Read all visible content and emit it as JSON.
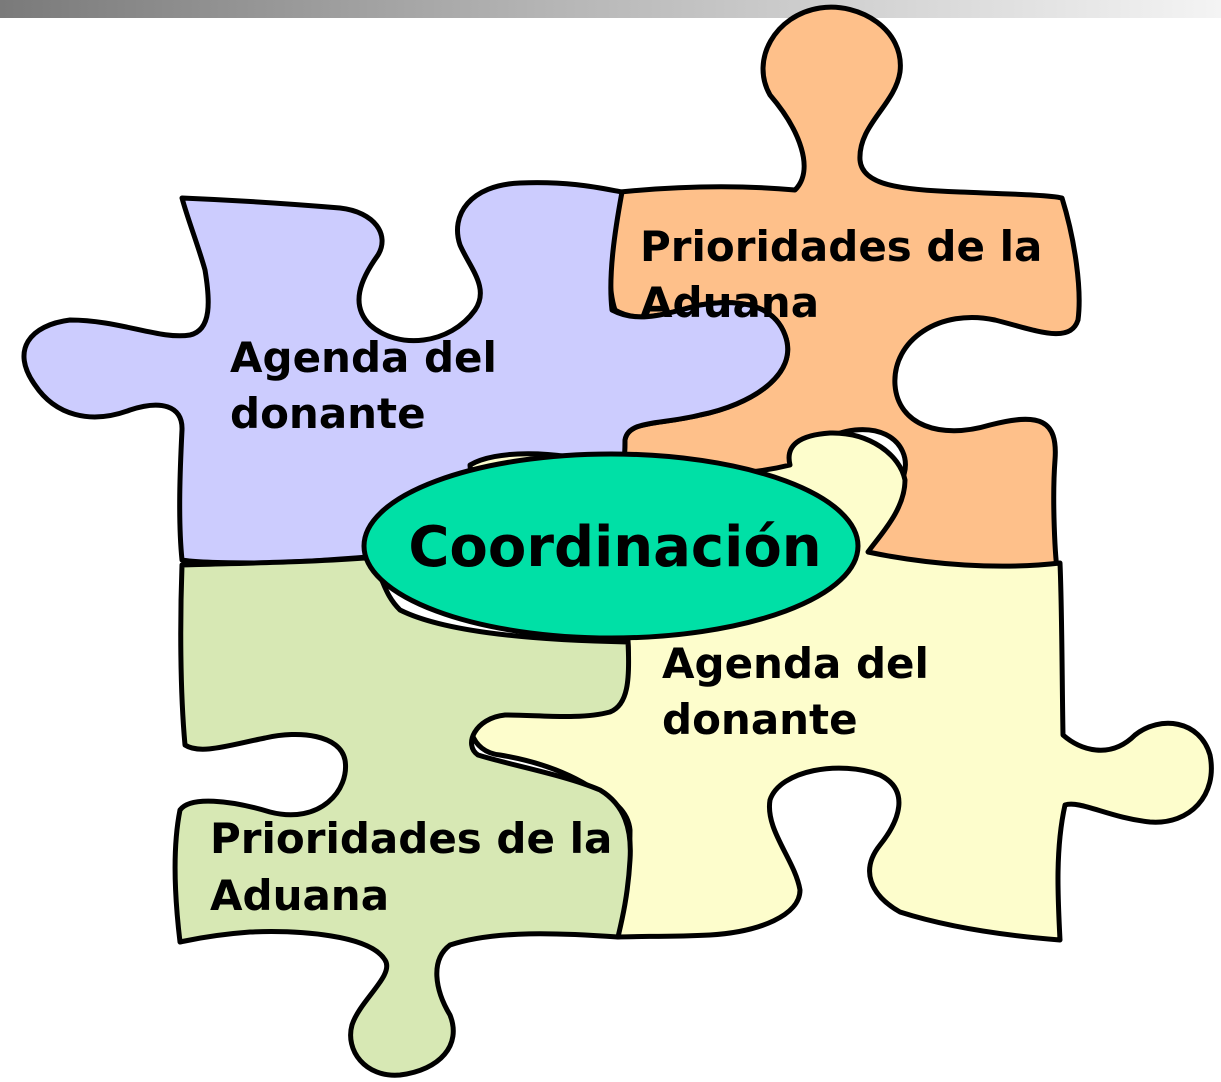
{
  "colors": {
    "top_left_piece": "#ccccfe",
    "top_right_piece": "#fec08a",
    "bottom_left_piece": "#d7e8b4",
    "bottom_right_piece": "#fdfdcc",
    "center_ellipse": "#00e0a6",
    "outline": "#000000"
  },
  "pieces": {
    "top_left": {
      "line1": "Agenda del",
      "line2": "donante"
    },
    "top_right": {
      "line1": "Prioridades de la",
      "line2": "Aduana"
    },
    "bottom_right": {
      "line1": "Agenda del",
      "line2": "donante"
    },
    "bottom_left": {
      "line1": "Prioridades de la",
      "line2": "Aduana"
    }
  },
  "center": {
    "label": "Coordinación"
  }
}
